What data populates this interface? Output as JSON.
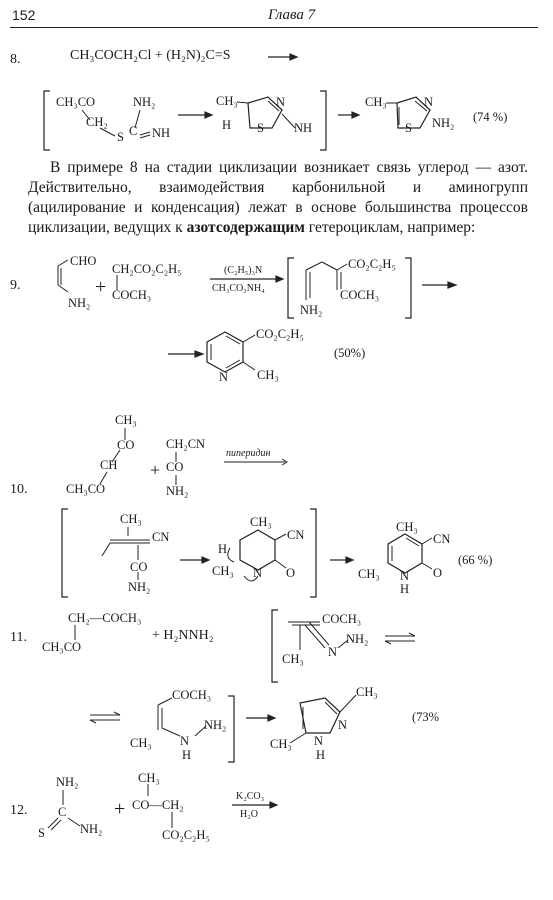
{
  "header": {
    "page_number": "152",
    "chapter": "Глава 7"
  },
  "r8": {
    "num": "8.",
    "eq_lhs": "CH₃COCH₂Cl + (H₂N)₂C=S",
    "i1_a": "CH₃CO",
    "i1_b": "NH₂",
    "i1_c": "CH₂",
    "i1_d": "S",
    "i1_e": "C",
    "i1_f": "NH",
    "i2_a": "CH₃",
    "i2_b": "N",
    "i2_c": "H",
    "i2_d": "S",
    "i2_e": "NH",
    "p_a": "CH₃",
    "p_b": "N",
    "p_c": "S",
    "p_d": "NH₂",
    "yield": "(74 %)"
  },
  "paragraph": {
    "text_1": "В примере 8 на стадии циклизации возникает связь углерод — азот. Действительно, взаимодействия карбонильной и аминогрупп (ацилирование и конденсация) лежат в основе большинства процессов циклизации, ведущих к ",
    "bold": "азотсодержащим",
    "text_2": " гетероциклам, например:"
  },
  "r9": {
    "num": "9.",
    "a_cho": "CHO",
    "a_nh2": "NH₂",
    "b_top": "CH₂CO₂C₂H₅",
    "b_bot": "COCH₃",
    "cond_top": "(C₂H₅)₃N",
    "cond_bot": "CH₃CO₃NH₄",
    "i_co2": "CO₂C₂H₅",
    "i_coch3": "COCH₃",
    "i_nh2": "NH₂",
    "p_co2": "CO₂C₂H₅",
    "p_n": "N",
    "p_ch3": "CH₃",
    "yield": "(50%)"
  },
  "r10": {
    "num": "10.",
    "a_ch3": "CH₃",
    "a_co": "CO",
    "a_ch": "CH",
    "a_ch3co": "CH₃CO",
    "b_ch2cn": "CH₂CN",
    "b_co": "CO",
    "b_nh2": "NH₂",
    "cond": "пиперидин",
    "i1_ch3": "CH₃",
    "i1_cn": "CN",
    "i1_co": "CO",
    "i1_nh2": "NH₂",
    "i2_ch3": "CH₃",
    "i2_cn": "CN",
    "i2_h": "H",
    "i2_ch3b": "CH₃",
    "i2_n": "N",
    "i2_o": "O",
    "p_ch3": "CH₃",
    "p_cn": "CN",
    "p_ch3b": "CH₃",
    "p_n": "N",
    "p_h": "H",
    "p_o": "O",
    "yield": "(66 %)"
  },
  "r11": {
    "num": "11.",
    "a_top": "CH₂—COCH₃",
    "a_bot": "CH₃CO",
    "b": "+ H₂NNH₂",
    "i1_coch3": "COCH₃",
    "i1_ch3": "CH₃",
    "i1_n": "N",
    "i1_nh2": "NH₂",
    "i2_coch3": "COCH₃",
    "i2_ch3": "CH₃",
    "i2_n": "N",
    "i2_nh2": "NH₂",
    "i2_h": "H",
    "p_ch3": "CH₃",
    "p_ch3b": "CH₃",
    "p_n": "N",
    "p_n2": "N",
    "p_h": "H",
    "yield": "(73%"
  },
  "r12": {
    "num": "12.",
    "a_nh2": "NH₂",
    "a_c": "C",
    "a_s": "S",
    "a_nh2b": "NH₂",
    "b_ch3": "CH₃",
    "b_co": "CO—CH₂",
    "b_co2": "CO₂C₂H₅",
    "cond_top": "K₂CO₃",
    "cond_bot": "H₂O"
  }
}
